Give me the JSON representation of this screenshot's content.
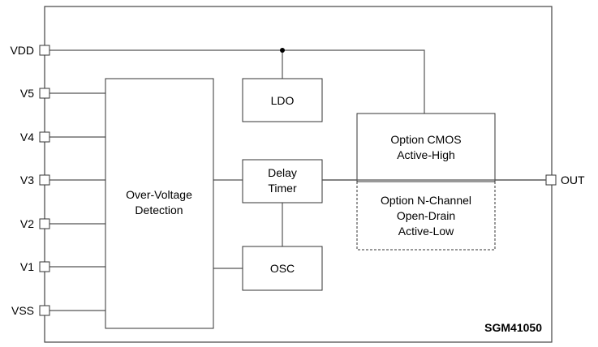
{
  "part_number": "SGM41050",
  "pins": {
    "vdd": "VDD",
    "v5": "V5",
    "v4": "V4",
    "v3": "V3",
    "v2": "V2",
    "v1": "V1",
    "vss": "VSS",
    "out": "OUT"
  },
  "blocks": {
    "ovd": {
      "line1": "Over-Voltage",
      "line2": "Detection"
    },
    "ldo": "LDO",
    "delay": {
      "line1": "Delay",
      "line2": "Timer"
    },
    "osc": "OSC",
    "cmos": {
      "line1": "Option CMOS",
      "line2": "Active-High"
    },
    "nch": {
      "line1": "Option N-Channel",
      "line2": "Open-Drain",
      "line3": "Active-Low"
    }
  }
}
